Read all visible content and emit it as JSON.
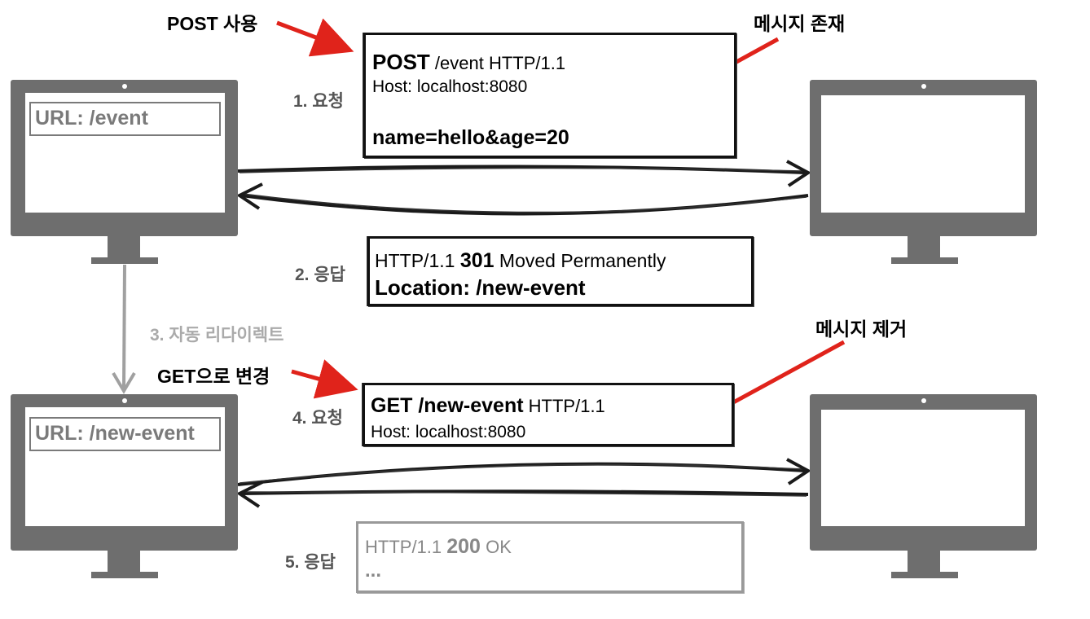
{
  "clients": {
    "top_url": "URL: /event",
    "bottom_url": "URL: /new-event"
  },
  "annotations": {
    "post_use": "POST 사용",
    "message_exists": "메시지 존재",
    "message_removed": "메시지 제거",
    "changed_to_get": "GET으로 변경"
  },
  "steps": {
    "s1": "1. 요청",
    "s2": "2. 응답",
    "s3": "3. 자동 리다이렉트",
    "s4": "4. 요청",
    "s5": "5. 응답"
  },
  "request1": {
    "method": "POST",
    "path_version": " /event HTTP/1.1",
    "host": "Host: localhost:8080",
    "body": "name=hello&age=20"
  },
  "response2": {
    "version": "HTTP/1.1 ",
    "status_code": "301",
    "status_text": " Moved Permanently",
    "location": "Location: /new-event"
  },
  "request4": {
    "method_path": "GET /new-event",
    "version": " HTTP/1.1",
    "host": "Host: localhost:8080"
  },
  "response5": {
    "version": "HTTP/1.1 ",
    "status_code": "200",
    "status_text": " OK",
    "ellipsis": "..."
  },
  "colors": {
    "accent_red": "#e0231b",
    "monitor_gray": "#6e6e6e",
    "text_gray": "#555555",
    "light_gray": "#aaaaaa"
  }
}
